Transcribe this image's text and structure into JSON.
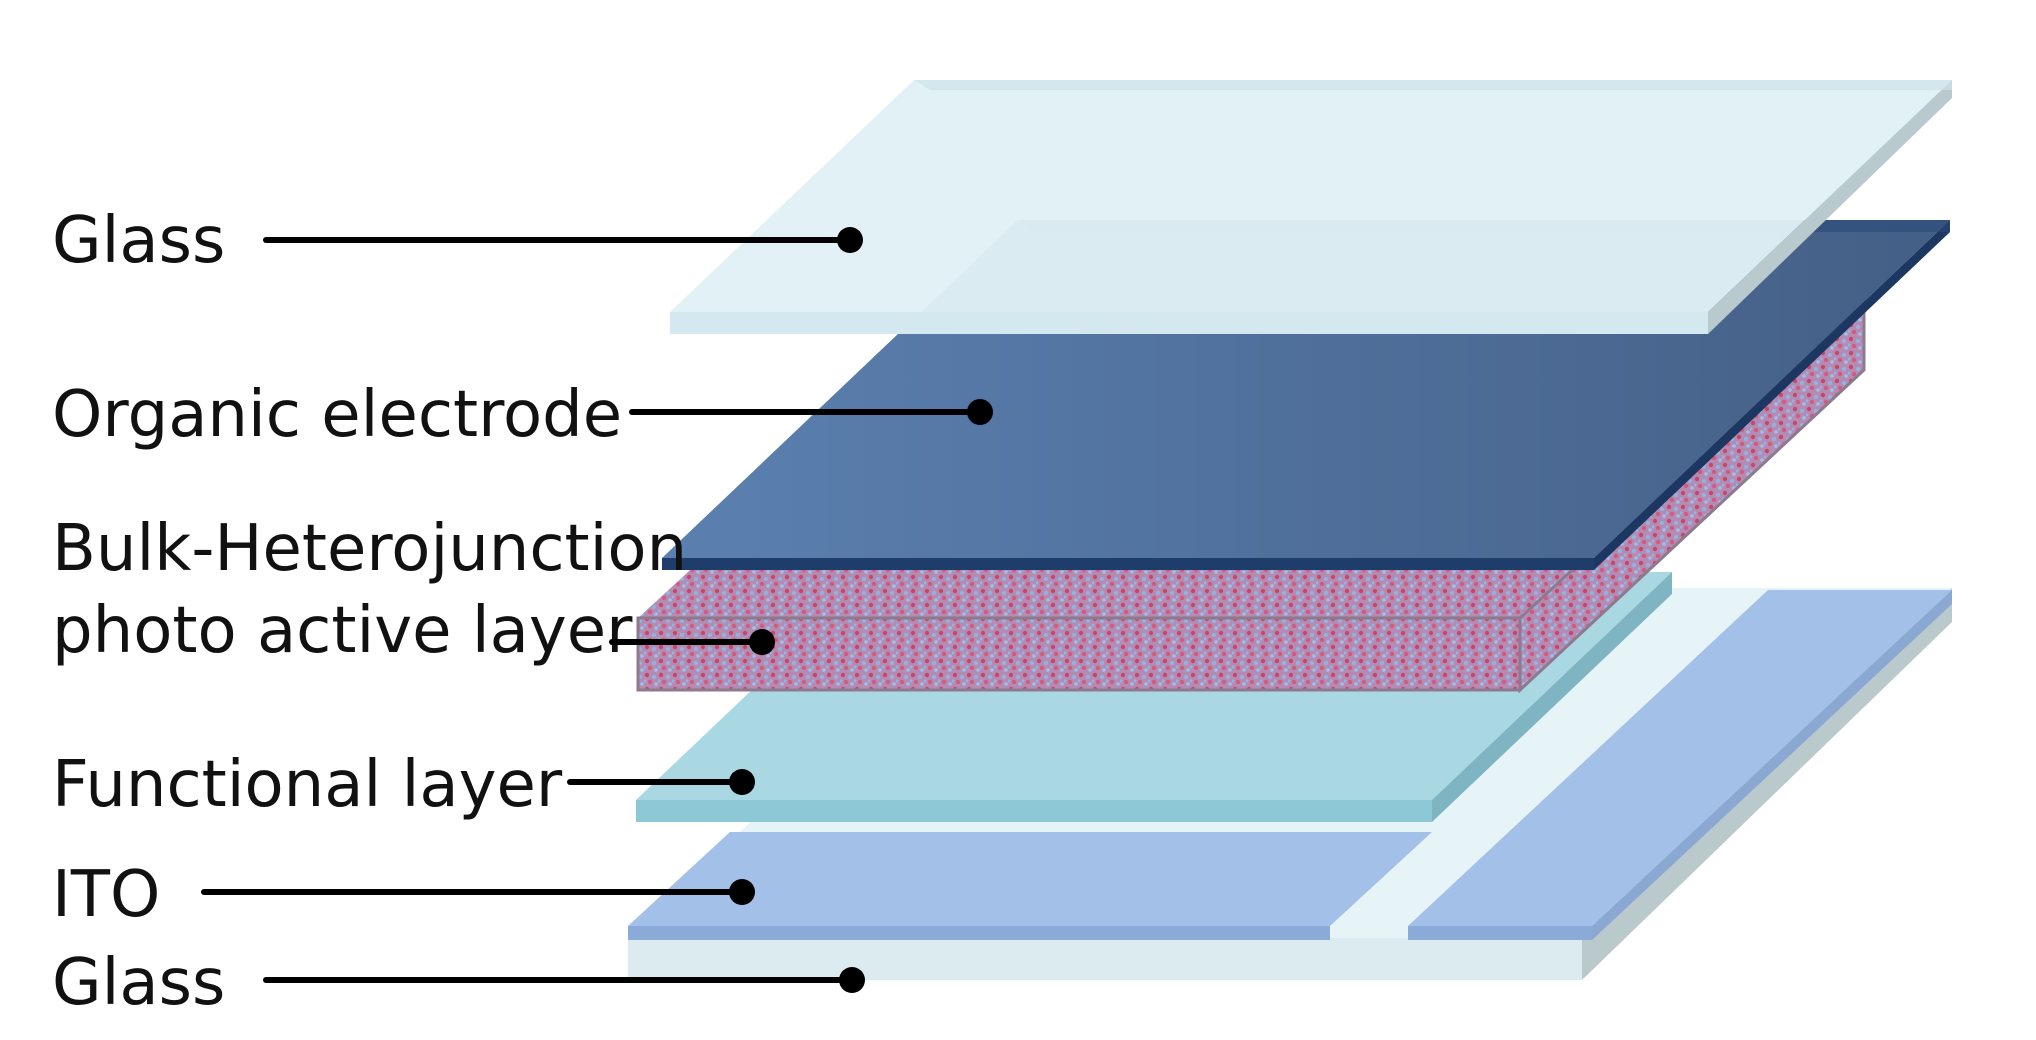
{
  "labels": {
    "glass_top": "Glass",
    "organic_electrode": "Organic electrode",
    "bhj_line1": "Bulk-Heterojunction",
    "bhj_line2": "photo active layer",
    "functional_layer": "Functional layer",
    "ito": "ITO",
    "glass_bottom": "Glass"
  },
  "colors": {
    "glass_top": "#e0f0f5",
    "glass_edge": "#b7cbd0",
    "electrode_light": "#5a7fae",
    "electrode_dark": "#3f5d85",
    "electrode_edge": "#1f3b66",
    "active_base": "#b38ab0",
    "active_dot_red": "#c9466a",
    "active_dot_blue": "#8fb6e6",
    "functional": "#a9d8e3",
    "functional_edge": "#8cc6d3",
    "ito": "#a3c0e8",
    "ito_edge": "#89a9d8",
    "glass_bottom": "#e5f2f6"
  }
}
